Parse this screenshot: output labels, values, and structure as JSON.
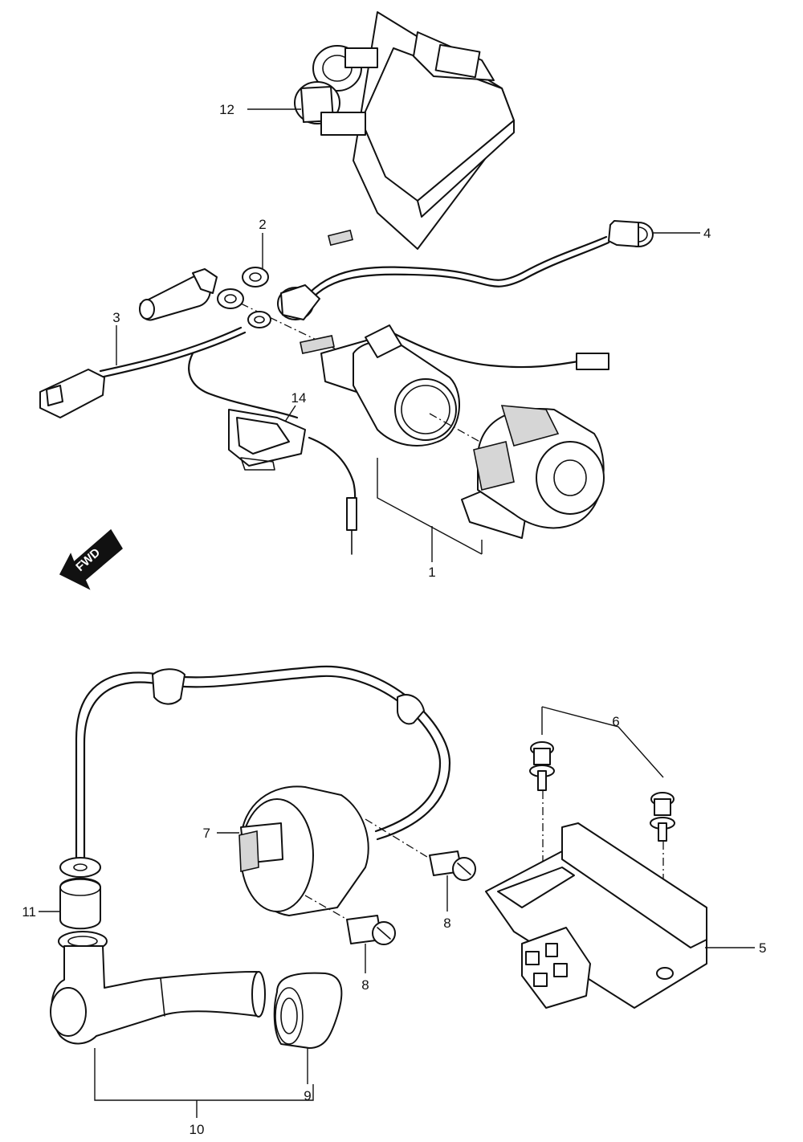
{
  "fwd_label": "FWD",
  "callouts": [
    {
      "id": "1",
      "label": "1"
    },
    {
      "id": "2",
      "label": "2"
    },
    {
      "id": "3",
      "label": "3"
    },
    {
      "id": "4",
      "label": "4"
    },
    {
      "id": "5",
      "label": "5"
    },
    {
      "id": "6",
      "label": "6"
    },
    {
      "id": "7",
      "label": "7"
    },
    {
      "id": "8a",
      "label": "8"
    },
    {
      "id": "8b",
      "label": "8"
    },
    {
      "id": "9",
      "label": "9"
    },
    {
      "id": "10",
      "label": "10"
    },
    {
      "id": "11",
      "label": "11"
    },
    {
      "id": "12",
      "label": "12"
    },
    {
      "id": "14",
      "label": "14"
    }
  ]
}
